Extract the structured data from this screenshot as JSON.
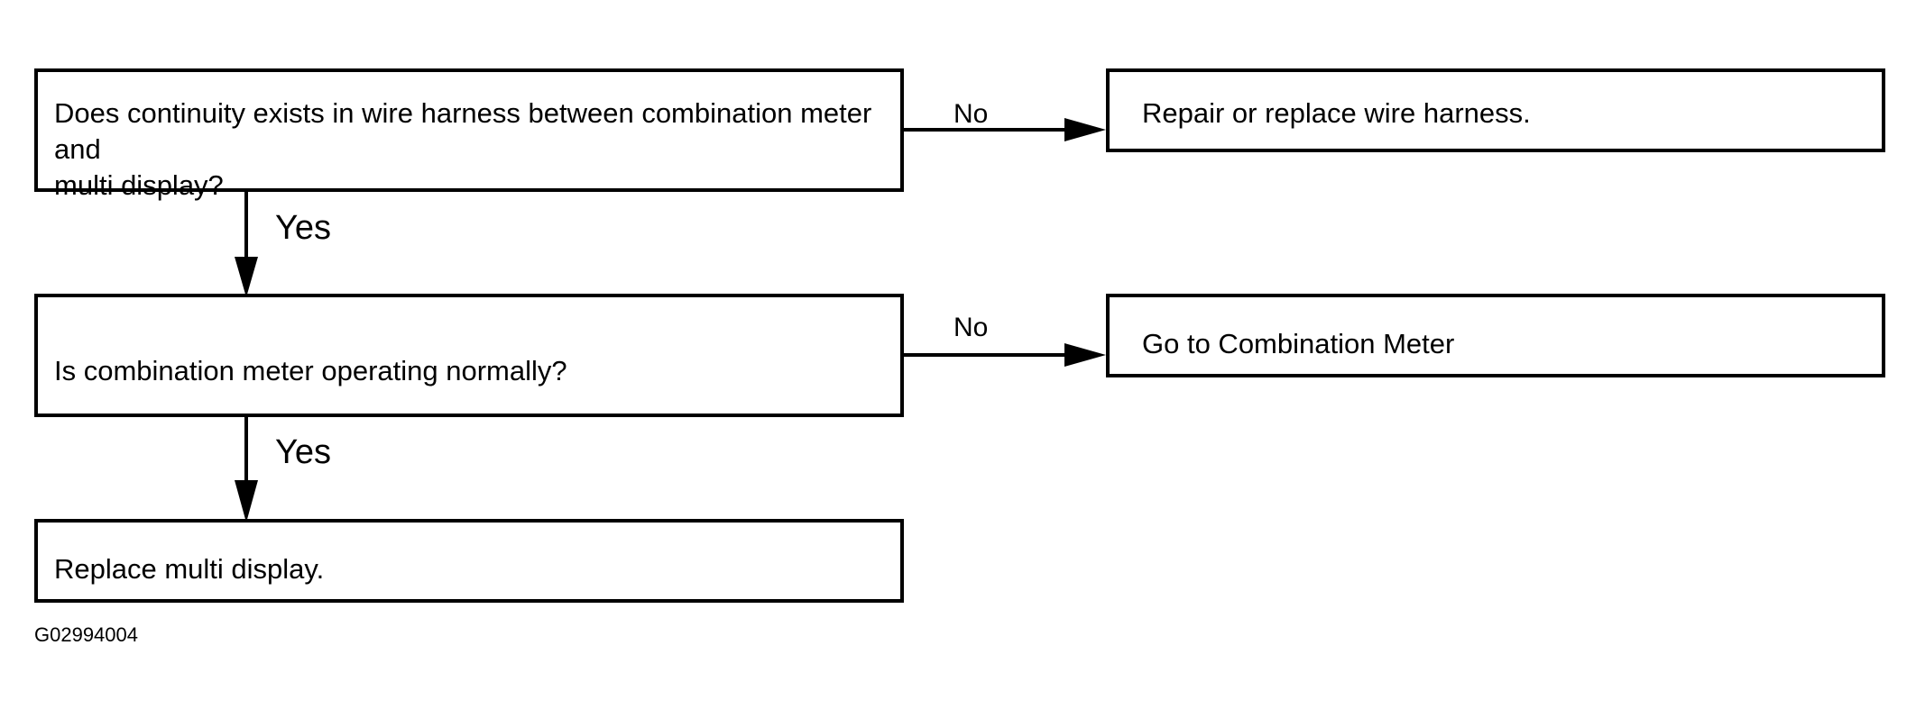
{
  "diagram": {
    "step1": {
      "question": "Does continuity exists in wire harness between combination meter and\nmulti display?",
      "no_label": "No",
      "no_action": "Repair or replace wire harness.",
      "yes_label": "Yes"
    },
    "step2": {
      "question": "Is combination meter operating normally?",
      "no_label": "No",
      "no_action": "Go to Combination Meter",
      "yes_label": "Yes"
    },
    "step3": {
      "action": "Replace multi display."
    },
    "figure_id": "G02994004"
  }
}
